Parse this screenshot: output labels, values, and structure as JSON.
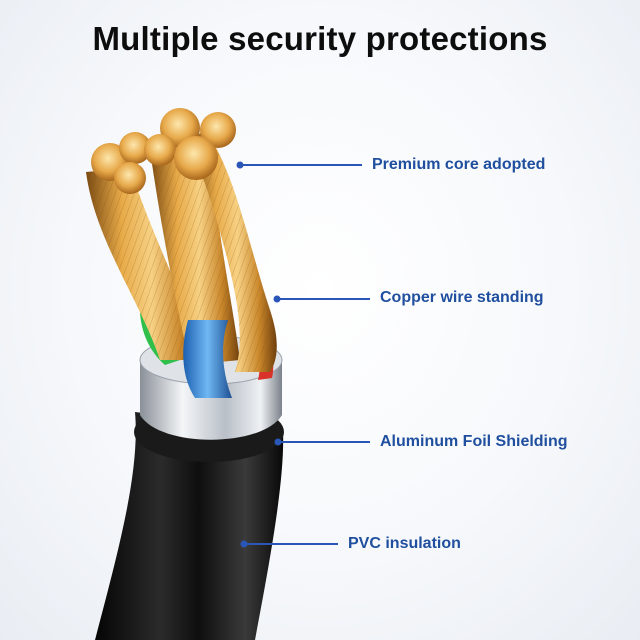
{
  "title": "Multiple security protections",
  "layers": [
    {
      "label": "Premium core adopted"
    },
    {
      "label": "Copper wire standing"
    },
    {
      "label": "Aluminum Foil Shielding"
    },
    {
      "label": "PVC insulation"
    }
  ],
  "colors": {
    "label_text": "#1f4f9e",
    "callout_line": "#2a56b8",
    "copper": "#e0a23a",
    "insulation": "#111111",
    "foil": "#cfd4da",
    "inner_wire_blue": "#3a8fe0",
    "inner_wire_red": "#d8322a",
    "inner_wire_green": "#2fbf4a"
  }
}
